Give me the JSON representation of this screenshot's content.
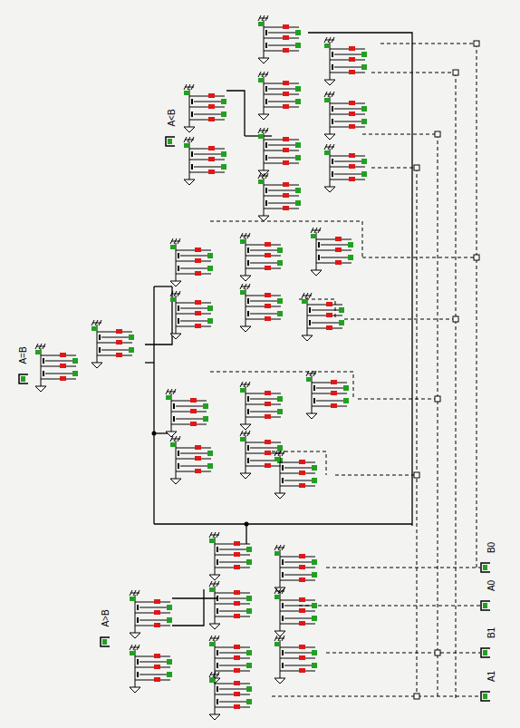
{
  "diagram": {
    "labels": [
      "A<B",
      "A=B",
      "A>B",
      "B0",
      "A0",
      "B1",
      "A1"
    ]
  }
}
